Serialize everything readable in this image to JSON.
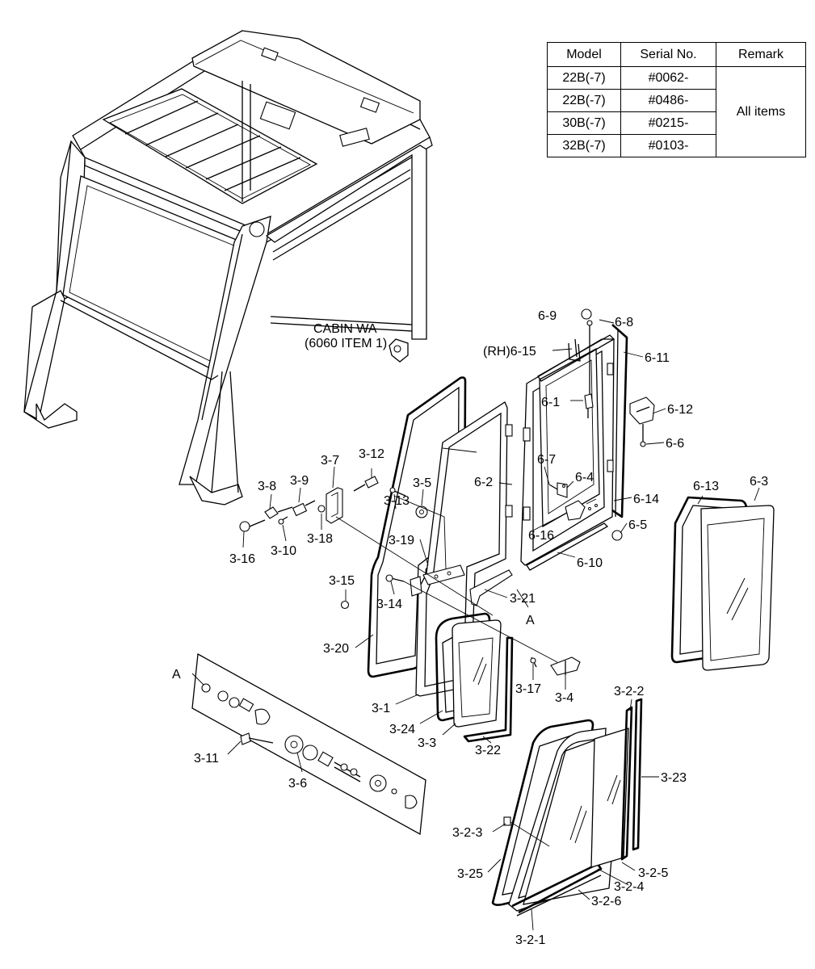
{
  "table": {
    "headers": [
      "Model",
      "Serial No.",
      "Remark"
    ],
    "rows": [
      {
        "model": "22B(-7)",
        "serial": "#0062-"
      },
      {
        "model": "22B(-7)",
        "serial": "#0486-"
      },
      {
        "model": "30B(-7)",
        "serial": "#0215-"
      },
      {
        "model": "32B(-7)",
        "serial": "#0103-"
      }
    ],
    "remark": "All items"
  },
  "cabin": {
    "line1": "CABIN WA",
    "line2": "(6060 ITEM 1)"
  },
  "callouts": {
    "p6_9": "6-9",
    "p6_8": "6-8",
    "p6_15": "(RH)6-15",
    "p6_11": "6-11",
    "p6_1": "6-1",
    "p6_12": "6-12",
    "p6_6": "6-6",
    "p6_2": "6-2",
    "p6_7": "6-7",
    "p6_4": "6-4",
    "p6_14": "6-14",
    "p6_13": "6-13",
    "p6_3": "6-3",
    "p6_16": "6-16",
    "p6_5": "6-5",
    "p6_10": "6-10",
    "p3_7": "3-7",
    "p3_12": "3-12",
    "p3_8": "3-8",
    "p3_9": "3-9",
    "p3_5": "3-5",
    "p3_13": "3-13",
    "p3_16": "3-16",
    "p3_10": "3-10",
    "p3_18": "3-18",
    "p3_19": "3-19",
    "p3_15": "3-15",
    "p3_14": "3-14",
    "p3_21": "3-21",
    "A_1": "A",
    "p3_20": "3-20",
    "A_2": "A",
    "p3_17": "3-17",
    "p3_4": "3-4",
    "p3_1": "3-1",
    "p3_24": "3-24",
    "p3_3": "3-3",
    "p3_22": "3-22",
    "p3_11": "3-11",
    "p3_6": "3-6",
    "p3_2_2": "3-2-2",
    "p3_23": "3-23",
    "p3_2_3": "3-2-3",
    "p3_25": "3-25",
    "p3_2_5": "3-2-5",
    "p3_2_4": "3-2-4",
    "p3_2_6": "3-2-6",
    "p3_2_1": "3-2-1"
  }
}
